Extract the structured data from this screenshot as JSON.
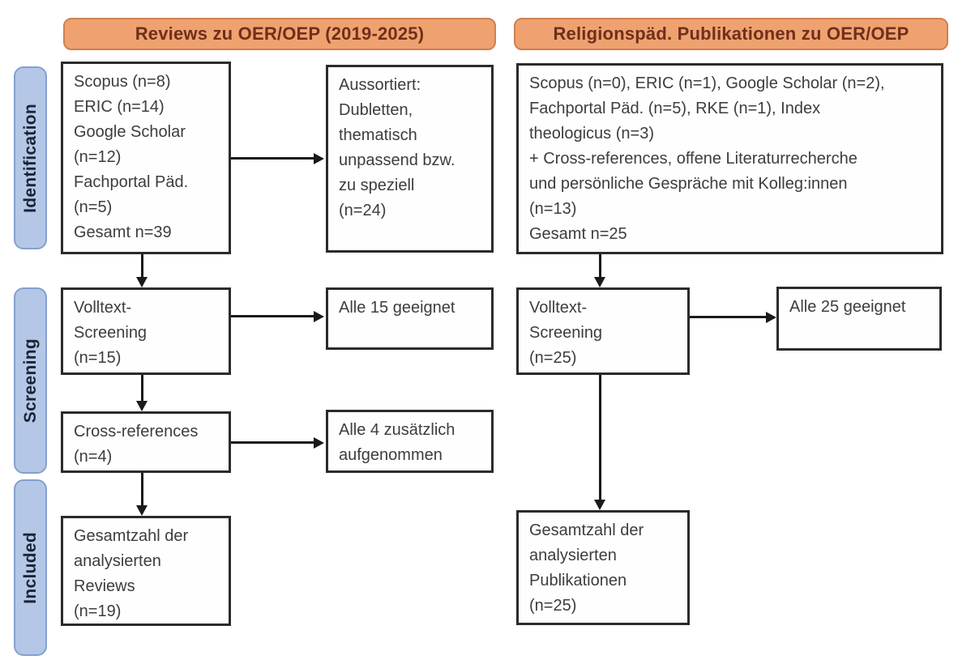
{
  "flow": {
    "stages": [
      {
        "id": "identification",
        "label": "Identification"
      },
      {
        "id": "screening",
        "label": "Screening"
      },
      {
        "id": "included",
        "label": "Included"
      }
    ],
    "columns": [
      {
        "id": "reviews",
        "header": "Reviews zu OER/OEP (2019-2025)",
        "boxes": {
          "sources": "Scopus (n=8)\nERIC (n=14)\nGoogle Scholar\n(n=12)\nFachportal Päd.\n(n=5)\nGesamt n=39",
          "excluded": "Aussortiert:\nDubletten,\nthematisch\nunpassend bzw.\nzu speziell\n(n=24)",
          "fulltext": "Volltext-\nScreening\n(n=15)",
          "fulltext_result": "Alle 15 geeignet",
          "crossref": "Cross-references\n(n=4)",
          "crossref_result": "Alle 4 zusätzlich\naufgenommen",
          "included": "Gesamtzahl der\nanalysierten\nReviews\n(n=19)"
        }
      },
      {
        "id": "religionspaed",
        "header": "Religionspäd. Publikationen zu OER/OEP",
        "boxes": {
          "sources": "Scopus (n=0), ERIC (n=1), Google Scholar (n=2),\nFachportal Päd. (n=5), RKE (n=1), Index\ntheologicus (n=3)\n+ Cross-references, offene Literaturrecherche\nund persönliche Gespräche mit Kolleg:innen\n(n=13)\nGesamt n=25",
          "fulltext": "Volltext-\nScreening\n(n=25)",
          "fulltext_result": "Alle 25 geeignet",
          "included": "Gesamtzahl der\nanalysierten\nPublikationen\n(n=25)"
        }
      }
    ],
    "colors": {
      "header_fill": "#EFA26F",
      "header_border": "#CD8150",
      "header_text": "#6F2F1C",
      "stage_fill": "#B4C7E7",
      "stage_border": "#84A0CF",
      "stage_text": "#1B2435",
      "box_border": "#2B2B2B",
      "box_text": "#3D3D3D",
      "arrow": "#1A1A1A",
      "background": "#FFFFFF"
    }
  }
}
